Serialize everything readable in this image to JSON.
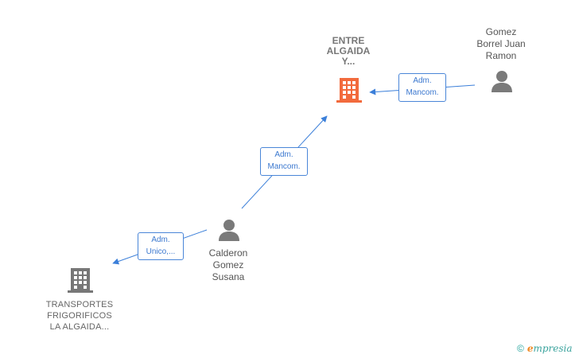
{
  "nodes": {
    "entre_algaida": {
      "lines": [
        "ENTRE",
        "ALGAIDA",
        "Y..."
      ],
      "color": "#f26a3c"
    },
    "gomez_borrel": {
      "lines": [
        "Gomez",
        "Borrel Juan",
        "Ramon"
      ]
    },
    "calderon": {
      "lines": [
        "Calderon",
        "Gomez",
        "Susana"
      ]
    },
    "transportes": {
      "lines": [
        "TRANSPORTES",
        "FRIGORIFICOS",
        "LA ALGAIDA..."
      ],
      "color": "#777777"
    }
  },
  "edges": {
    "gomez_to_entre": {
      "lines": [
        "Adm.",
        "Mancom."
      ]
    },
    "calderon_to_entre": {
      "lines": [
        "Adm.",
        "Mancom."
      ]
    },
    "calderon_to_transportes": {
      "lines": [
        "Adm.",
        "Unico,..."
      ]
    }
  },
  "colors": {
    "edge": "#3b7fd9",
    "person": "#7a7a7a"
  },
  "footer": {
    "copyright": "©",
    "brand_rest": "mpresia",
    "brand_e": "e"
  }
}
